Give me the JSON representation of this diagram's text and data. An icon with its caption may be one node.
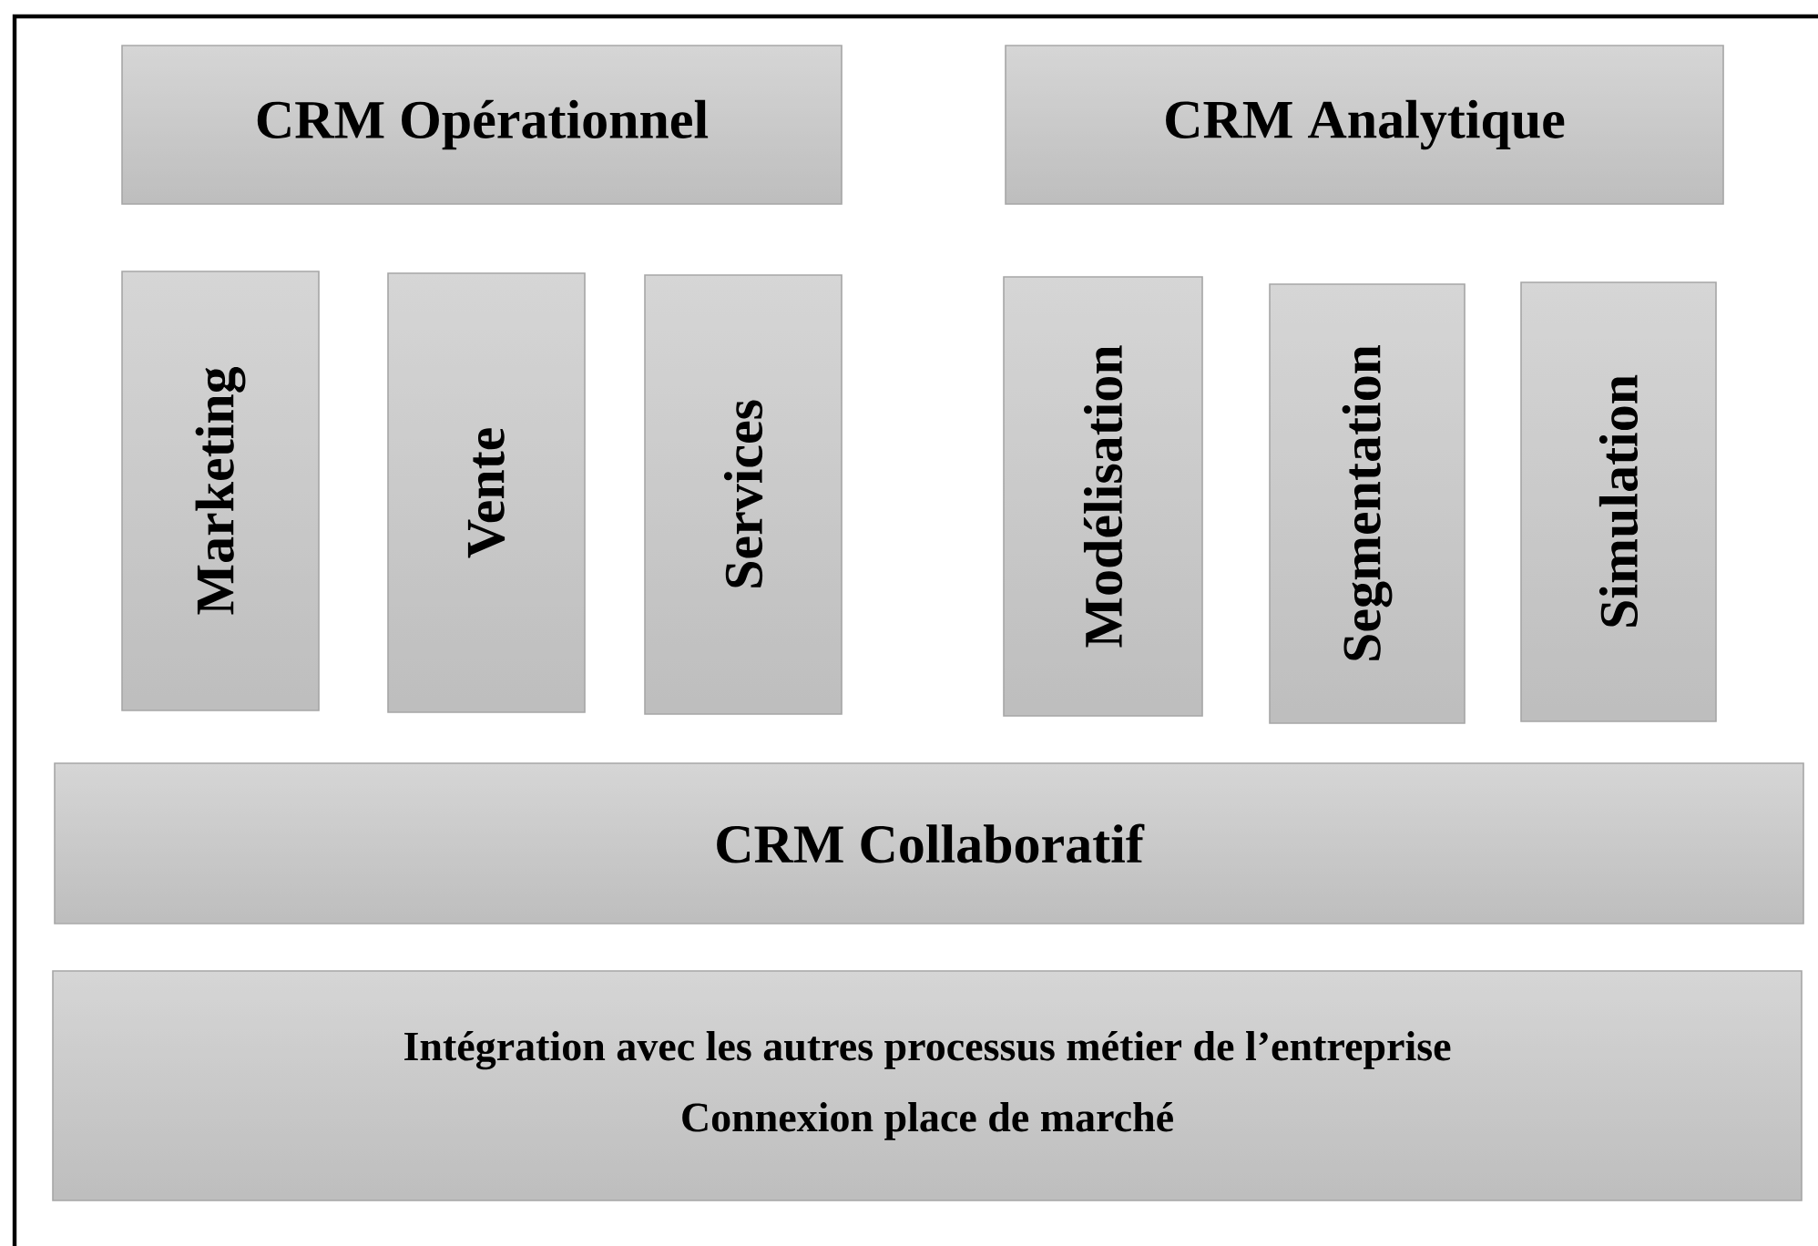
{
  "diagram": {
    "nodes": [
      {
        "text": [
          "CRM Opérationnel"
        ]
      },
      {
        "text": [
          "CRM Analytique"
        ]
      },
      {
        "text": [
          "Marketing"
        ]
      },
      {
        "text": [
          "Vente"
        ]
      },
      {
        "text": [
          "Services"
        ]
      },
      {
        "text": [
          "Modélisation"
        ]
      },
      {
        "text": [
          "Segmentation"
        ]
      },
      {
        "text": [
          "Simulation"
        ]
      },
      {
        "text": [
          "CRM Collaboratif"
        ]
      },
      {
        "text": [
          "Intégration avec les autres processus métier de l’entreprise",
          "Connexion place de marché"
        ]
      }
    ]
  }
}
